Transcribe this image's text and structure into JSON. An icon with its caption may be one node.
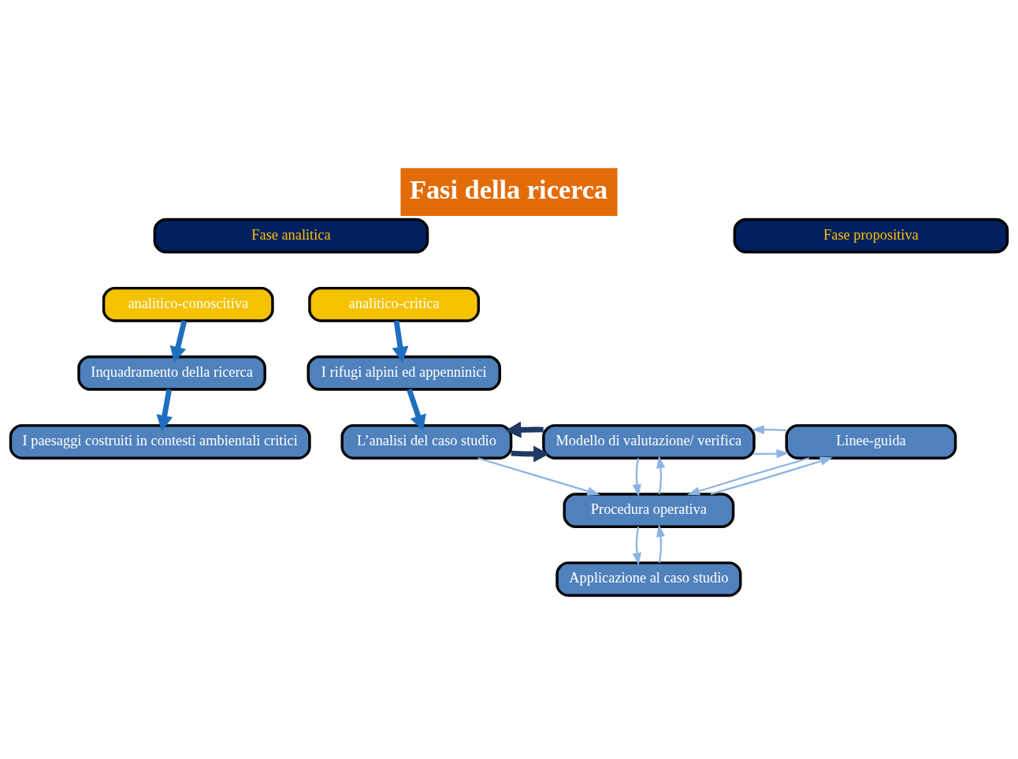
{
  "diagram": {
    "title": "Fasi della ricerca",
    "nodes": [
      {
        "text": [
          "Fase analitica"
        ]
      },
      {
        "text": [
          "Fase propositiva"
        ]
      },
      {
        "text": [
          "analitico-conoscitiva"
        ]
      },
      {
        "text": [
          "analitico-critica"
        ]
      },
      {
        "text": [
          "Inquadramento della ricerca"
        ]
      },
      {
        "text": [
          "I rifugi alpini ed appenninici"
        ]
      },
      {
        "text": [
          "I paesaggi costruiti in contesti ambientali critici"
        ]
      },
      {
        "text": [
          "L’analisi del caso studio"
        ]
      },
      {
        "text": [
          "Modello di valutazione/ verifica"
        ]
      },
      {
        "text": [
          "Linee-guida"
        ]
      },
      {
        "text": [
          "Procedura operativa"
        ]
      },
      {
        "text": [
          "Applicazione al caso studio"
        ]
      }
    ],
    "edges": [
      {
        "from": 2,
        "to": 4,
        "arrow": "to",
        "style": "thick",
        "color": "#1f6fc0"
      },
      {
        "from": 4,
        "to": 6,
        "arrow": "to",
        "style": "thick",
        "color": "#1f6fc0"
      },
      {
        "from": 3,
        "to": 5,
        "arrow": "to",
        "style": "thick",
        "color": "#1f6fc0"
      },
      {
        "from": 5,
        "to": 7,
        "arrow": "to",
        "style": "thick",
        "color": "#1f6fc0"
      },
      {
        "from": 7,
        "to": 8,
        "arrow": "to",
        "style": "thick",
        "color": "#1f3864"
      },
      {
        "from": 8,
        "to": 7,
        "arrow": "to",
        "style": "thick",
        "color": "#1f3864"
      },
      {
        "from": 8,
        "to": 9,
        "arrow": "to"
      },
      {
        "from": 9,
        "to": 8,
        "arrow": "to"
      },
      {
        "from": 10,
        "to": 8,
        "arrow": "to"
      },
      {
        "from": 8,
        "to": 10,
        "arrow": "to"
      },
      {
        "from": 10,
        "to": 9,
        "arrow": "to"
      },
      {
        "from": 9,
        "to": 10,
        "arrow": "to"
      },
      {
        "from": 7,
        "to": 10,
        "arrow": "to"
      },
      {
        "from": 11,
        "to": 10,
        "arrow": "to"
      },
      {
        "from": 10,
        "to": 11,
        "arrow": "to"
      }
    ]
  }
}
